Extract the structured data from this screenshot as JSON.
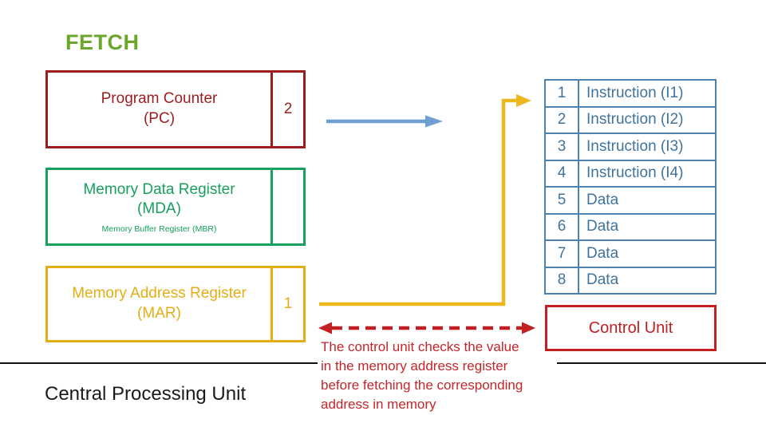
{
  "title": "FETCH",
  "registers": {
    "pc": {
      "name": "Program Counter",
      "abbr": "(PC)",
      "value": "2"
    },
    "mdr": {
      "name": "Memory Data Register",
      "abbr": "(MDA)",
      "sublabel": "Memory Buffer Register (MBR)",
      "value": ""
    },
    "mar": {
      "name": "Memory Address Register",
      "abbr": "(MAR)",
      "value": "1"
    }
  },
  "memory": {
    "rows": [
      {
        "address": "1",
        "content": "Instruction (I1)"
      },
      {
        "address": "2",
        "content": "Instruction (I2)"
      },
      {
        "address": "3",
        "content": "Instruction (I3)"
      },
      {
        "address": "4",
        "content": "Instruction (I4)"
      },
      {
        "address": "5",
        "content": "Data"
      },
      {
        "address": "6",
        "content": "Data"
      },
      {
        "address": "7",
        "content": "Data"
      },
      {
        "address": "8",
        "content": "Data"
      }
    ]
  },
  "control_unit": {
    "label": "Control Unit"
  },
  "caption": {
    "lines": [
      "The control unit checks the value",
      "in the memory address register",
      "before fetching the corresponding",
      "address in memory"
    ]
  },
  "cpu_label": "Central Processing Unit",
  "colors": {
    "title_green": "#6BA72B",
    "pc_red": "#9E1B1E",
    "mdr_green": "#17A05E",
    "mar_gold": "#E4AE14",
    "memory_blue": "#4E81AE",
    "data_arrow_blue": "#6E9DD1",
    "control_red": "#C11F22"
  },
  "arrows": {
    "pc_data_arrow": "solid blue arrow pointing right from Program Counter",
    "mar_address_arrow": "gold elbow arrow from MAR up to memory row 1",
    "control_signal_arrow": "red dashed double-headed arrow into Control Unit"
  }
}
